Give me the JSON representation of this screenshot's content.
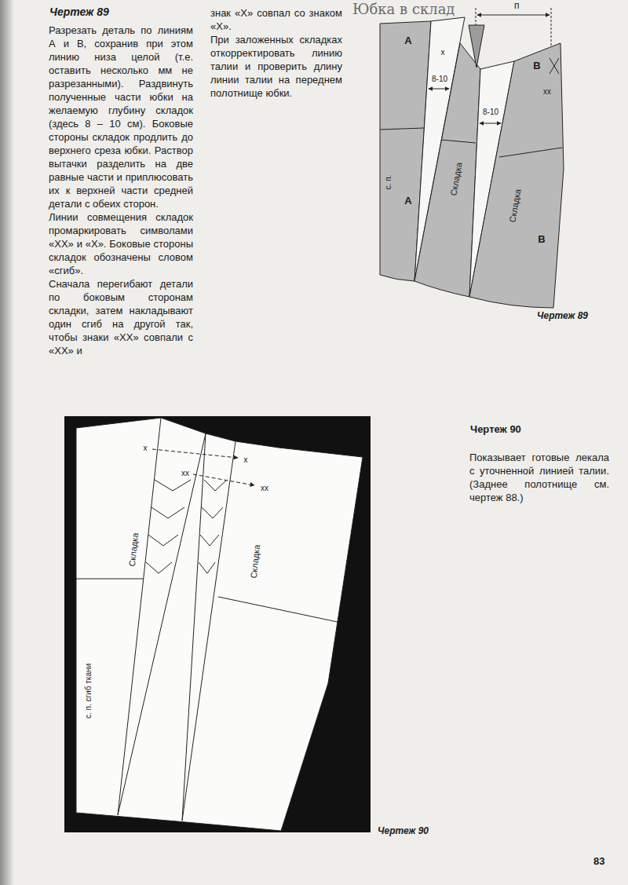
{
  "diagram": {
    "labels": [
      "Юбка в склад",
      "Чертеж 89",
      "Разрезать деталь по линиям А и В, сохранив при этом линию низа целой (т.е. оставить несколько мм не разрезанными). Раздвинуть полученные части юбки на желаемую глубину складок (здесь 8 – 10 см). Боковые стороны складок продлить до верхнего среза юбки. Раствор вытачки разделить на две равные части и приплюсовать их к верхней части средней детали с обеих сторон.",
      "Линии совмещения складок промаркировать символами «ХХ» и «Х». Боковые стороны складок обозначены словом «сгиб».",
      "Сначала перегибают детали по боковым сторонам складки, затем накладывают один сгиб на другой так, чтобы знаки «ХХ» совпали с «ХХ» и",
      "знак «Х» совпал со знаком «Х».",
      "При заложенных складках откорректировать линию талии и проверить длину линии талии на переднем полотнище юбки.",
      "п",
      "A",
      "8-10",
      "8-10",
      "B",
      "х",
      "хх",
      "Складка",
      "Складка",
      "с. п.",
      "A",
      "B",
      "Чертеж 89",
      "Чертеж 90",
      "Показывает готовые лекала с уточненной линией талии. (Заднее полотнище см. чертеж 88.)",
      "х",
      "х",
      "хх",
      "хх",
      "Складка",
      "Складка",
      "с. п. сгиб ткани",
      "Чертеж 90",
      "83"
    ]
  }
}
